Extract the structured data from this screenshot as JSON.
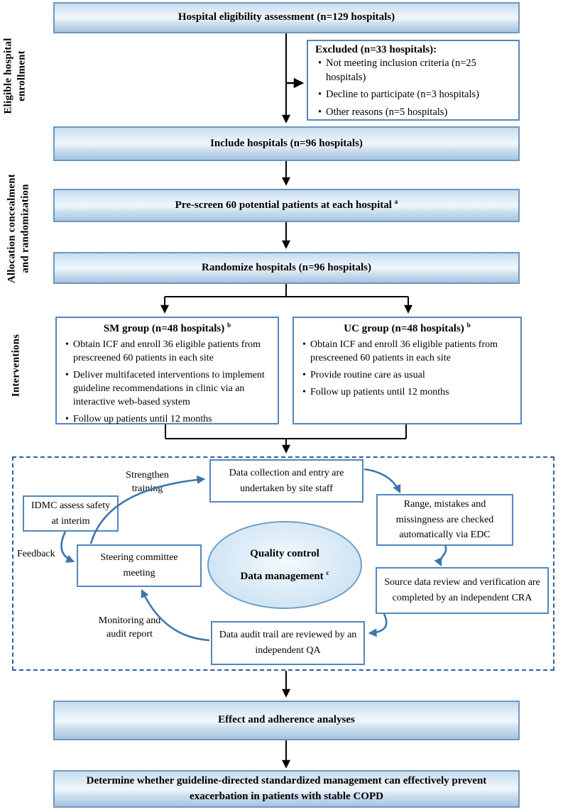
{
  "colors": {
    "box_gradient_top": "#c6dcee",
    "box_gradient_mid": "#f0f6fc",
    "box_gradient_bottom": "#a6c4df",
    "box_border": "#7097bd",
    "white_box_border": "#5187bd",
    "dashed_border": "#2e5fa3",
    "black_arrow": "#000000",
    "blue_arrow": "#3c76ae",
    "text": "#000000"
  },
  "side_labels": {
    "enrollment": {
      "line1": "Eligible hospital",
      "line2": "enrollment"
    },
    "allocation": {
      "line1": "Allocation concealment",
      "line2": "and randomization"
    },
    "interventions": "Interventions"
  },
  "flow": {
    "hospital_eligibility": "Hospital eligibility assessment (n=129 hospitals)",
    "excluded": {
      "title": "Excluded (n=33 hospitals):",
      "bullets": [
        "Not meeting inclusion criteria (n=25 hospitals)",
        "Decline to participate (n=3 hospitals)",
        "Other reasons (n=5 hospitals)"
      ]
    },
    "include": "Include hospitals (n=96 hospitals)",
    "prescreen": {
      "text": "Pre-screen 60 potential patients at each hospital",
      "sup": "a"
    },
    "randomize": "Randomize hospitals (n=96 hospitals)",
    "sm_group": {
      "title": "SM group (n=48 hospitals)",
      "sup": "b",
      "bullets": [
        "Obtain ICF and enroll 36 eligible patients from prescreened 60 patients in each site",
        "Deliver multifaceted interventions to implement guideline recommendations in clinic via an interactive web-based system",
        "Follow up patients until 12 months"
      ]
    },
    "uc_group": {
      "title": "UC group (n=48 hospitals)",
      "sup": "b",
      "bullets": [
        "Obtain ICF and enroll 36 eligible patients from prescreened 60 patients in each site",
        "Provide routine care as usual",
        "Follow up patients until 12 months"
      ]
    },
    "effect": "Effect and adherence analyses",
    "determine": "Determine whether guideline-directed standardized management can effectively prevent exacerbation in patients with stable COPD"
  },
  "quality_cycle": {
    "strengthen_label": {
      "line1": "Strengthen",
      "line2": "training"
    },
    "feedback_label": "Feedback",
    "monitoring_label": {
      "line1": "Monitoring and",
      "line2": "audit report"
    },
    "data_collection": "Data collection and entry are undertaken by site staff",
    "idmc": "IDMC assess safety at interim",
    "steering": "Steering committee meeting",
    "range_check": "Range, mistakes and missingness are checked automatically via EDC",
    "source_review": "Source data review and verification are completed by an independent CRA",
    "audit_trail": "Data audit trail are reviewed by an independent QA",
    "ellipse": {
      "line1": "Quality control",
      "line2": "Data management",
      "sup": "c"
    }
  }
}
